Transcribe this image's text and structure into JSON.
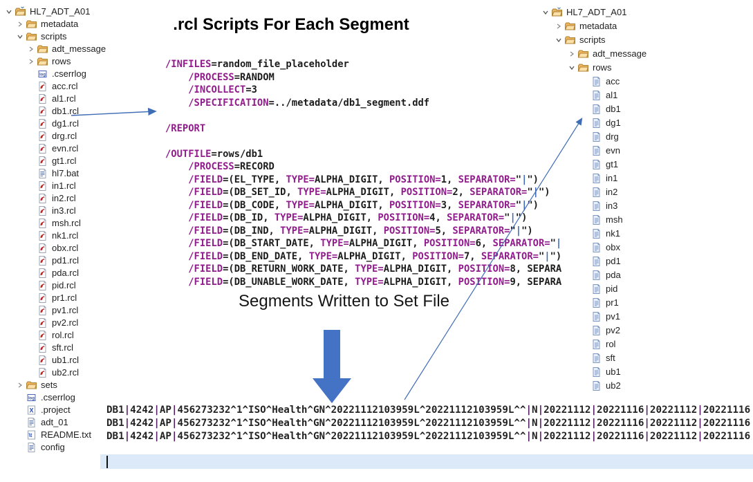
{
  "title": ".rcl Scripts For Each Segment",
  "segments_label": "Segments Written to Set File",
  "left_tree": {
    "rows": [
      {
        "label": "HL7_ADT_A01",
        "level": 0,
        "chevron": "expanded",
        "icon": "project"
      },
      {
        "label": "metadata",
        "level": 1,
        "chevron": "collapsed",
        "icon": "folder"
      },
      {
        "label": "scripts",
        "level": 1,
        "chevron": "expanded",
        "icon": "folder"
      },
      {
        "label": "adt_message",
        "level": 2,
        "chevron": "collapsed",
        "icon": "folder"
      },
      {
        "label": "rows",
        "level": 2,
        "chevron": "collapsed",
        "icon": "folder"
      },
      {
        "label": ".cserrlog",
        "level": 2,
        "chevron": "none",
        "icon": "log"
      },
      {
        "label": "acc.rcl",
        "level": 2,
        "chevron": "none",
        "icon": "rcl"
      },
      {
        "label": "al1.rcl",
        "level": 2,
        "chevron": "none",
        "icon": "rcl"
      },
      {
        "label": "db1.rcl",
        "level": 2,
        "chevron": "none",
        "icon": "rcl"
      },
      {
        "label": "dg1.rcl",
        "level": 2,
        "chevron": "none",
        "icon": "rcl"
      },
      {
        "label": "drg.rcl",
        "level": 2,
        "chevron": "none",
        "icon": "rcl"
      },
      {
        "label": "evn.rcl",
        "level": 2,
        "chevron": "none",
        "icon": "rcl"
      },
      {
        "label": "gt1.rcl",
        "level": 2,
        "chevron": "none",
        "icon": "rcl"
      },
      {
        "label": "hl7.bat",
        "level": 2,
        "chevron": "none",
        "icon": "txt"
      },
      {
        "label": "in1.rcl",
        "level": 2,
        "chevron": "none",
        "icon": "rcl"
      },
      {
        "label": "in2.rcl",
        "level": 2,
        "chevron": "none",
        "icon": "rcl"
      },
      {
        "label": "in3.rcl",
        "level": 2,
        "chevron": "none",
        "icon": "rcl"
      },
      {
        "label": "msh.rcl",
        "level": 2,
        "chevron": "none",
        "icon": "rcl"
      },
      {
        "label": "nk1.rcl",
        "level": 2,
        "chevron": "none",
        "icon": "rcl"
      },
      {
        "label": "obx.rcl",
        "level": 2,
        "chevron": "none",
        "icon": "rcl"
      },
      {
        "label": "pd1.rcl",
        "level": 2,
        "chevron": "none",
        "icon": "rcl"
      },
      {
        "label": "pda.rcl",
        "level": 2,
        "chevron": "none",
        "icon": "rcl"
      },
      {
        "label": "pid.rcl",
        "level": 2,
        "chevron": "none",
        "icon": "rcl"
      },
      {
        "label": "pr1.rcl",
        "level": 2,
        "chevron": "none",
        "icon": "rcl"
      },
      {
        "label": "pv1.rcl",
        "level": 2,
        "chevron": "none",
        "icon": "rcl"
      },
      {
        "label": "pv2.rcl",
        "level": 2,
        "chevron": "none",
        "icon": "rcl"
      },
      {
        "label": "rol.rcl",
        "level": 2,
        "chevron": "none",
        "icon": "rcl"
      },
      {
        "label": "sft.rcl",
        "level": 2,
        "chevron": "none",
        "icon": "rcl"
      },
      {
        "label": "ub1.rcl",
        "level": 2,
        "chevron": "none",
        "icon": "rcl"
      },
      {
        "label": "ub2.rcl",
        "level": 2,
        "chevron": "none",
        "icon": "rcl"
      },
      {
        "label": "sets",
        "level": 1,
        "chevron": "collapsed",
        "icon": "folder"
      },
      {
        "label": ".cserrlog",
        "level": 1,
        "chevron": "none",
        "icon": "log"
      },
      {
        "label": ".project",
        "level": 1,
        "chevron": "none",
        "icon": "xml"
      },
      {
        "label": "adt_01",
        "level": 1,
        "chevron": "none",
        "icon": "txt"
      },
      {
        "label": "README.txt",
        "level": 1,
        "chevron": "none",
        "icon": "readme"
      },
      {
        "label": "config",
        "level": 1,
        "chevron": "none",
        "icon": "txt"
      }
    ]
  },
  "right_tree": {
    "rows": [
      {
        "label": "HL7_ADT_A01",
        "level": 0,
        "chevron": "expanded",
        "icon": "project"
      },
      {
        "label": "metadata",
        "level": 1,
        "chevron": "collapsed",
        "icon": "folder"
      },
      {
        "label": "scripts",
        "level": 1,
        "chevron": "expanded",
        "icon": "folder"
      },
      {
        "label": "adt_message",
        "level": 2,
        "chevron": "collapsed",
        "icon": "folder"
      },
      {
        "label": "rows",
        "level": 2,
        "chevron": "expanded",
        "icon": "folder"
      },
      {
        "label": "acc",
        "level": 3,
        "chevron": "none",
        "icon": "rowfile"
      },
      {
        "label": "al1",
        "level": 3,
        "chevron": "none",
        "icon": "rowfile"
      },
      {
        "label": "db1",
        "level": 3,
        "chevron": "none",
        "icon": "rowfile"
      },
      {
        "label": "dg1",
        "level": 3,
        "chevron": "none",
        "icon": "rowfile"
      },
      {
        "label": "drg",
        "level": 3,
        "chevron": "none",
        "icon": "rowfile"
      },
      {
        "label": "evn",
        "level": 3,
        "chevron": "none",
        "icon": "rowfile"
      },
      {
        "label": "gt1",
        "level": 3,
        "chevron": "none",
        "icon": "rowfile"
      },
      {
        "label": "in1",
        "level": 3,
        "chevron": "none",
        "icon": "rowfile"
      },
      {
        "label": "in2",
        "level": 3,
        "chevron": "none",
        "icon": "rowfile"
      },
      {
        "label": "in3",
        "level": 3,
        "chevron": "none",
        "icon": "rowfile"
      },
      {
        "label": "msh",
        "level": 3,
        "chevron": "none",
        "icon": "rowfile"
      },
      {
        "label": "nk1",
        "level": 3,
        "chevron": "none",
        "icon": "rowfile"
      },
      {
        "label": "obx",
        "level": 3,
        "chevron": "none",
        "icon": "rowfile"
      },
      {
        "label": "pd1",
        "level": 3,
        "chevron": "none",
        "icon": "rowfile"
      },
      {
        "label": "pda",
        "level": 3,
        "chevron": "none",
        "icon": "rowfile"
      },
      {
        "label": "pid",
        "level": 3,
        "chevron": "none",
        "icon": "rowfile"
      },
      {
        "label": "pr1",
        "level": 3,
        "chevron": "none",
        "icon": "rowfile"
      },
      {
        "label": "pv1",
        "level": 3,
        "chevron": "none",
        "icon": "rowfile"
      },
      {
        "label": "pv2",
        "level": 3,
        "chevron": "none",
        "icon": "rowfile"
      },
      {
        "label": "rol",
        "level": 3,
        "chevron": "none",
        "icon": "rowfile"
      },
      {
        "label": "sft",
        "level": 3,
        "chevron": "none",
        "icon": "rowfile"
      },
      {
        "label": "ub1",
        "level": 3,
        "chevron": "none",
        "icon": "rowfile"
      },
      {
        "label": "ub2",
        "level": 3,
        "chevron": "none",
        "icon": "rowfile"
      }
    ]
  },
  "code": {
    "lines": [
      "/INFILES=random_file_placeholder",
      "    /PROCESS=RANDOM",
      "    /INCOLLECT=3",
      "    /SPECIFICATION=../metadata/db1_segment.ddf",
      "",
      "/REPORT",
      "",
      "/OUTFILE=rows/db1",
      "    /PROCESS=RECORD",
      "    /FIELD=(EL_TYPE, TYPE=ALPHA_DIGIT, POSITION=1, SEPARATOR=\"|\")",
      "    /FIELD=(DB_SET_ID, TYPE=ALPHA_DIGIT, POSITION=2, SEPARATOR=\"|\")",
      "    /FIELD=(DB_CODE, TYPE=ALPHA_DIGIT, POSITION=3, SEPARATOR=\"|\")",
      "    /FIELD=(DB_ID, TYPE=ALPHA_DIGIT, POSITION=4, SEPARATOR=\"|\")",
      "    /FIELD=(DB_IND, TYPE=ALPHA_DIGIT, POSITION=5, SEPARATOR=\"|\")",
      "    /FIELD=(DB_START_DATE, TYPE=ALPHA_DIGIT, POSITION=6, SEPARATOR=\"|",
      "    /FIELD=(DB_END_DATE, TYPE=ALPHA_DIGIT, POSITION=7, SEPARATOR=\"|\")",
      "    /FIELD=(DB_RETURN_WORK_DATE, TYPE=ALPHA_DIGIT, POSITION=8, SEPARA",
      "    /FIELD=(DB_UNABLE_WORK_DATE, TYPE=ALPHA_DIGIT, POSITION=9, SEPARA"
    ]
  },
  "output": {
    "lines": [
      "DB1|4242|AP|456273232^1^ISO^Health^GN^20221112103959L^20221112103959L^^|N|20221112|20221116|20221112|20221116",
      "DB1|4242|AP|456273232^1^ISO^Health^GN^20221112103959L^20221112103959L^^|N|20221112|20221116|20221112|20221116",
      "DB1|4242|AP|456273232^1^ISO^Health^GN^20221112103959L^20221112103959L^^|N|20221112|20221116|20221112|20221116"
    ]
  },
  "colors": {
    "title_red": "#e01111",
    "keyword_purple": "#911c8c",
    "pipe_blue": "#3e68b8",
    "data_pipe_purple": "#531b63",
    "arrow_blue": "#4472c4",
    "thin_arrow_blue": "#3f6db5",
    "highlight_row_blue": "#dce9f8"
  }
}
